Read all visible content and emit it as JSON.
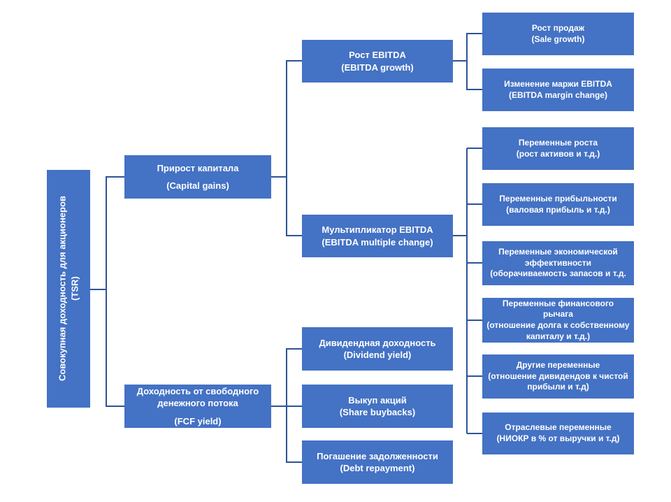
{
  "colors": {
    "box_fill": "#4472C4",
    "box_text": "#FFFFFF",
    "connector": "#2E5396",
    "background": "#FFFFFF"
  },
  "nodes": {
    "tsr": {
      "line1": "Совокупная доходность для акционеров",
      "line2": "(TSR)"
    },
    "capital_gains": {
      "line1": "Прирост капитала",
      "line2": "(Capital gains)"
    },
    "fcf_yield": {
      "line1": "Доходность от свободного денежного потока",
      "line2": "(FCF yield)"
    },
    "ebitda_growth": {
      "line1": "Рост EBITDA",
      "line2": "(EBITDA growth)"
    },
    "ebitda_multiple": {
      "line1": "Мультипликатор EBITDA",
      "line2": "(EBITDA multiple change)"
    },
    "dividend_yield": {
      "line1": "Дивидендная доходность",
      "line2": "(Dividend yield)"
    },
    "share_buybacks": {
      "line1": "Выкуп акций",
      "line2": "(Share buybacks)"
    },
    "debt_repayment": {
      "line1": "Погашение задолженности",
      "line2": "(Debt repayment)"
    },
    "sale_growth": {
      "line1": "Рост продаж",
      "line2": "(Sale growth)"
    },
    "ebitda_margin_change": {
      "line1": "Изменение маржи EBITDA",
      "line2": "(EBITDA margin change)"
    },
    "growth_variables": {
      "line1": "Переменные роста",
      "line2": "(рост активов и т.д.)"
    },
    "profitability_variables": {
      "line1": "Переменные прибыльности",
      "line2": "(валовая прибыль и т.д.)"
    },
    "efficiency_variables": {
      "line1": "Переменные экономической эффективности",
      "line2": "(оборачиваемость запасов и т.д."
    },
    "leverage_variables": {
      "line1": "Переменные финансового рычага",
      "line2": "(отношение долга к собственному капиталу и т.д.)"
    },
    "other_variables": {
      "line1": "Другие переменные",
      "line2": "(отношение дивидендов к чистой прибыли и т.д)"
    },
    "industry_variables": {
      "line1": "Отраслевые переменные",
      "line2": "(НИОКР в % от выручки и т.д)"
    }
  }
}
